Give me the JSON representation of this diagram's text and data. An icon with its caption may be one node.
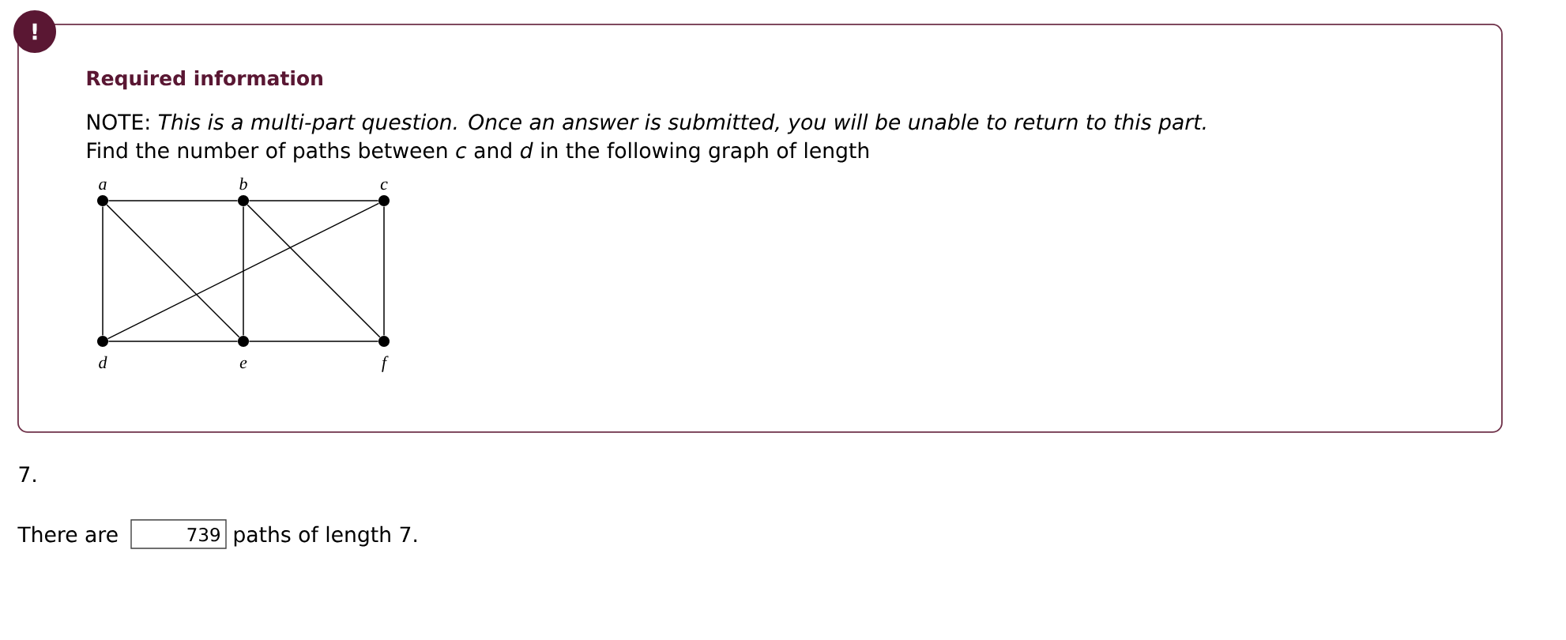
{
  "diagram": {
    "nodes": [
      {
        "text": [
          "!"
        ]
      },
      {
        "text": [
          "Required information",
          "NOTE: *This is a multi-part question. Once an answer is submitted, you will be unable to return to this part.*",
          "Find the number of paths between *c* and *d* in the following graph of length"
        ]
      },
      {
        "text": [],
        "shape": "circle",
        "beside": [
          "a"
        ],
        "in": 1
      },
      {
        "text": [],
        "shape": "circle",
        "beside": [
          "b"
        ],
        "in": 1
      },
      {
        "text": [],
        "shape": "circle",
        "beside": [
          "c"
        ],
        "in": 1
      },
      {
        "text": [],
        "shape": "circle",
        "beside": [
          "d"
        ],
        "in": 1
      },
      {
        "text": [],
        "shape": "circle",
        "beside": [
          "e"
        ],
        "in": 1
      },
      {
        "text": [],
        "shape": "circle",
        "beside": [
          "f"
        ],
        "in": 1
      }
    ],
    "edges": [
      {
        "from": 2,
        "to": 3,
        "arrow": "none"
      },
      {
        "from": 3,
        "to": 4,
        "arrow": "none"
      },
      {
        "from": 2,
        "to": 5,
        "arrow": "none"
      },
      {
        "from": 2,
        "to": 6,
        "arrow": "none"
      },
      {
        "from": 3,
        "to": 6,
        "arrow": "none"
      },
      {
        "from": 3,
        "to": 7,
        "arrow": "none"
      },
      {
        "from": 4,
        "to": 5,
        "arrow": "none"
      },
      {
        "from": 4,
        "to": 7,
        "arrow": "none"
      },
      {
        "from": 5,
        "to": 6,
        "arrow": "none"
      },
      {
        "from": 6,
        "to": 7,
        "arrow": "none"
      }
    ],
    "labels": [
      "7.",
      "There are",
      "739",
      "paths of length 7."
    ]
  }
}
